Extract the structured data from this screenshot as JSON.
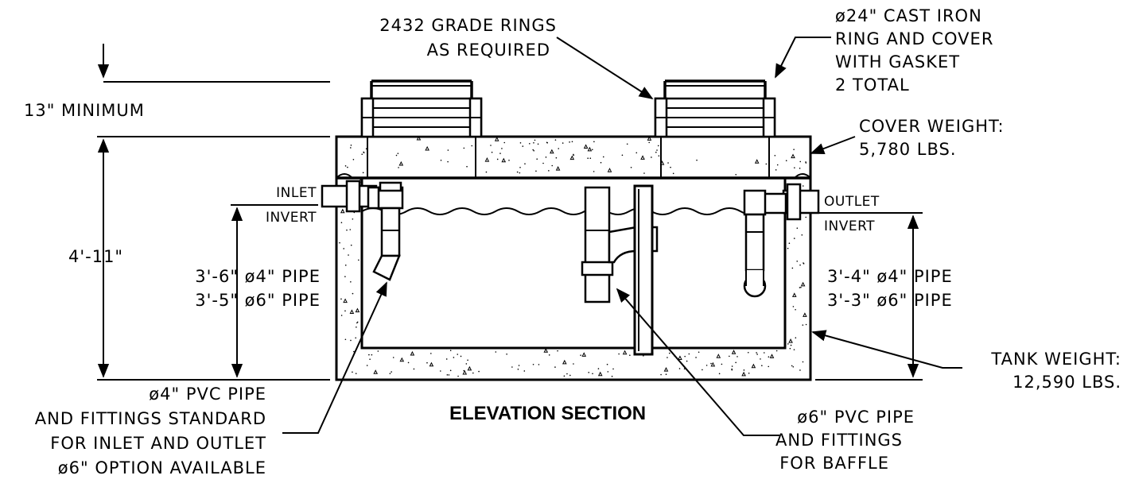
{
  "drawing": {
    "title": "ELEVATION SECTION",
    "callouts": {
      "grade_rings": [
        "2432 GRADE RINGS",
        "AS REQUIRED"
      ],
      "ring_cover": [
        "ø24\" CAST IRON",
        "RING AND COVER",
        "WITH GASKET",
        "2 TOTAL"
      ],
      "cover_weight": [
        "COVER WEIGHT:",
        "5,780 LBS."
      ],
      "tank_weight": [
        "TANK WEIGHT:",
        "12,590 LBS."
      ],
      "inlet_pipe": [
        "ø4\" PVC PIPE",
        "AND FITTINGS STANDARD",
        "FOR INLET AND OUTLET",
        "ø6\" OPTION AVAILABLE"
      ],
      "baffle_pipe": [
        "ø6\" PVC PIPE",
        "AND FITTINGS",
        "FOR BAFFLE"
      ]
    },
    "dimensions": {
      "minimum_cover": "13\" MINIMUM",
      "tank_height": "4'-11\"",
      "inlet_invert": [
        "3'-6\" ø4\" PIPE",
        "3'-5\" ø6\" PIPE"
      ],
      "outlet_invert": [
        "3'-4\" ø4\" PIPE",
        "3'-3\" ø6\" PIPE"
      ]
    },
    "labels": {
      "inlet": "INLET",
      "inlet_invert": "INVERT",
      "outlet": "OUTLET",
      "outlet_invert": "INVERT"
    }
  }
}
